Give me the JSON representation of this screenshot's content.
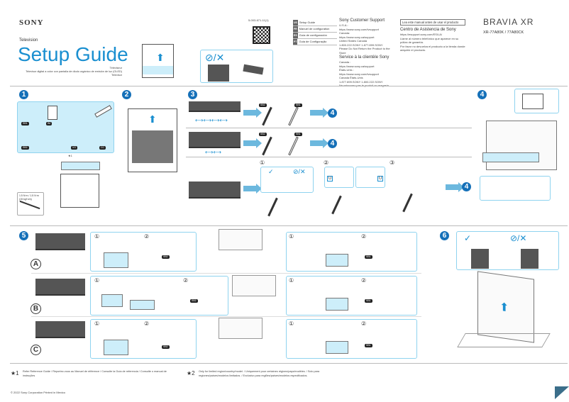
{
  "header": {
    "brand": "SONY",
    "category": "Television",
    "title": "Setup Guide",
    "subtitle_lines": [
      "Téléviseur",
      "Televisor digital a color con pantalla de diodo orgánico de emisión de luz (OLED)",
      "Televisor"
    ],
    "part_number": "5-003-671-11(1)"
  },
  "languages": [
    {
      "code": "US",
      "label": "Setup Guide"
    },
    {
      "code": "FR",
      "label": "Manuel de configuration"
    },
    {
      "code": "ES",
      "label": "Guía de configuración"
    },
    {
      "code": "PT",
      "label": "Guia de Configuração"
    }
  ],
  "support": {
    "title": "Sony Customer Support",
    "lines": [
      "U.S.A.:",
      "https://www.sony.com/tvsupport",
      "Canada:",
      "https://www.sony.ca/support",
      "United States  Canada",
      "1.800.222.SONY          1.877.899.SONY",
      "Please Do Not Return the Product to the Store"
    ],
    "title_fr": "Service à la clientèle Sony",
    "lines_fr": [
      "Canada :",
      "https://www.sony.ca/support",
      "États-Unis :",
      "https://www.sony.com/tvsupport",
      "Canada                 États-Unis",
      "1.877.899.SONY          1.800.222.SONY",
      "Ne retournez pas le produit au magasin"
    ]
  },
  "latam": {
    "notice": "Lea este manual antes de usar el producto",
    "title": "Centro de Asistencia de Sony",
    "lines": [
      "https://esupport.sony.com/ES/LA/",
      "Llame al número telefónico que aparece en su póliza de garantía.",
      "Por favor no devuelva el producto a la tienda donde adquirió el producto."
    ]
  },
  "product": {
    "brand": "BRAVIA XR",
    "model": "XR-77A80K / 77A80CK"
  },
  "steps": {
    "s1": "1",
    "s2": "2",
    "s3": "3",
    "s4": "4",
    "s5": "5",
    "s6": "6"
  },
  "parts": {
    "sb1": "SB1",
    "sb2": "SB2",
    "im": "IM",
    "vg": "VG",
    "cc": "CC",
    "note": "★1"
  },
  "torque": [
    "1.5 N·m / 1.5 N·m",
    "{15 kgf·cm}"
  ],
  "sub": {
    "c1": "①",
    "c2": "②",
    "c3": "③",
    "A": "A",
    "B": "B",
    "C": "C",
    "u": "U"
  },
  "footnotes": [
    {
      "mark": "★1",
      "text": "Refer Reference Guide / Reportez-vous au Manuel de référence / Consulte la Guía de referencia / Consulte o manual de instruções"
    },
    {
      "mark": "★2",
      "text": "Only for limited region/country/model. / Uniquement pour certaines régions/pays/modèles. / Solo para regiones/países/modelos limitados. / Exclusivo para regiões/países/modelos especificados."
    }
  ],
  "copyright": "© 2022 Sony Corporation  Printed in Mexico",
  "colors": {
    "accent": "#1a8fd0",
    "step_badge": "#1570b8",
    "panel_border": "#8fd3ef",
    "highlight": "#cdeefa"
  }
}
